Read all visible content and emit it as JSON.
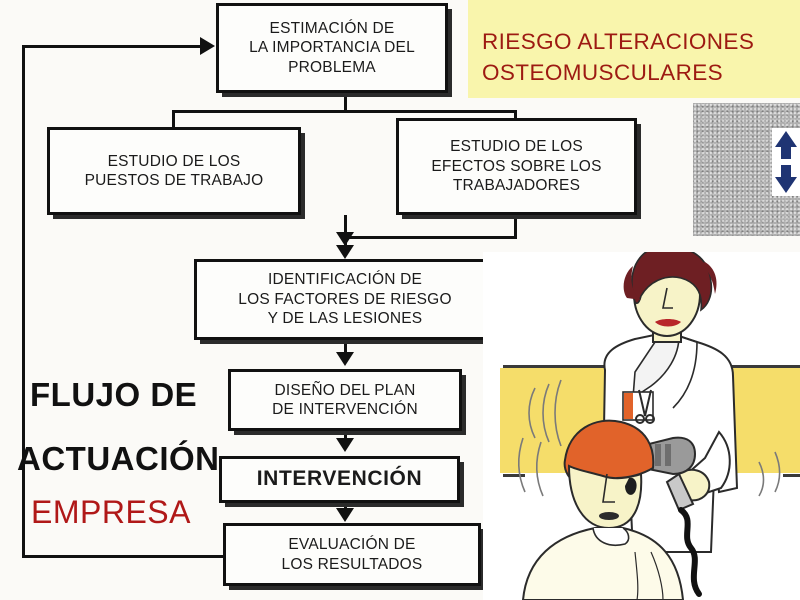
{
  "title": {
    "line1": "RIESGO ALTERACIONES",
    "line2": "OSTEOMUSCULARES",
    "text_color": "#9d1a12",
    "background_color": "#f9f5ac"
  },
  "caption": {
    "line1": "FLUJO DE",
    "line2": "ACTUACIÓN",
    "line3": "EMPRESA",
    "line3_color": "#b01818"
  },
  "flowchart": {
    "type": "flowchart",
    "nodes": [
      {
        "id": "estimacion",
        "label": "ESTIMACIÓN DE\nLA IMPORTANCIA DEL\nPROBLEMA"
      },
      {
        "id": "puestos",
        "label": "ESTUDIO DE LOS\nPUESTOS DE TRABAJO"
      },
      {
        "id": "efectos",
        "label": "ESTUDIO DE LOS\nEFECTOS SOBRE LOS\nTRABAJADORES"
      },
      {
        "id": "identif",
        "label": "IDENTIFICACIÓN DE\nLOS FACTORES DE RIESGO\nY DE LAS LESIONES"
      },
      {
        "id": "diseno",
        "label": "DISEÑO DEL PLAN\nDE INTERVENCIÓN"
      },
      {
        "id": "intervencion",
        "label": "INTERVENCIÓN"
      },
      {
        "id": "evaluacion",
        "label": "EVALUACIÓN DE\nLOS RESULTADOS"
      }
    ],
    "edges": [
      {
        "from": "estimacion",
        "to": "puestos"
      },
      {
        "from": "estimacion",
        "to": "efectos"
      },
      {
        "from": "puestos",
        "to": "identif"
      },
      {
        "from": "efectos",
        "to": "identif"
      },
      {
        "from": "identif",
        "to": "diseno"
      },
      {
        "from": "diseno",
        "to": "intervencion"
      },
      {
        "from": "intervencion",
        "to": "evaluacion"
      },
      {
        "from": "evaluacion",
        "to": "estimacion",
        "style": "feedback-loop"
      }
    ]
  },
  "swatch": {
    "name": "gray-texture-swatch",
    "color": "#a9a9a9",
    "badge_icon": "double-arrow-vertical",
    "badge_color": "#1f3473"
  },
  "illustration": {
    "name": "hairdresser-blow-drying-client",
    "wall_band_color": "#f5dd6a",
    "hairdresser_hair_color": "#6e1f23",
    "client_hair_color": "#e1632a",
    "dryer_color": "#9a9a9a",
    "skin_color": "#f7f3c8"
  }
}
